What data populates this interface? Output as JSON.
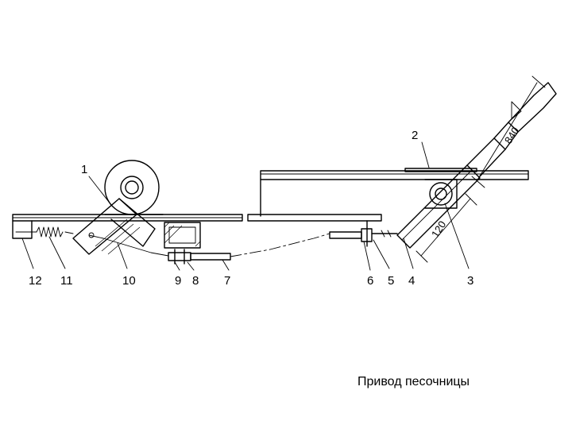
{
  "caption": "Привод песочницы",
  "labels": {
    "l1": "1",
    "l2": "2",
    "l3": "3",
    "l4": "4",
    "l5": "5",
    "l6": "6",
    "l7": "7",
    "l8": "8",
    "l9": "9",
    "l10": "10",
    "l11": "11",
    "l12": "12"
  },
  "dimensions": {
    "long": "840",
    "short": "120"
  }
}
